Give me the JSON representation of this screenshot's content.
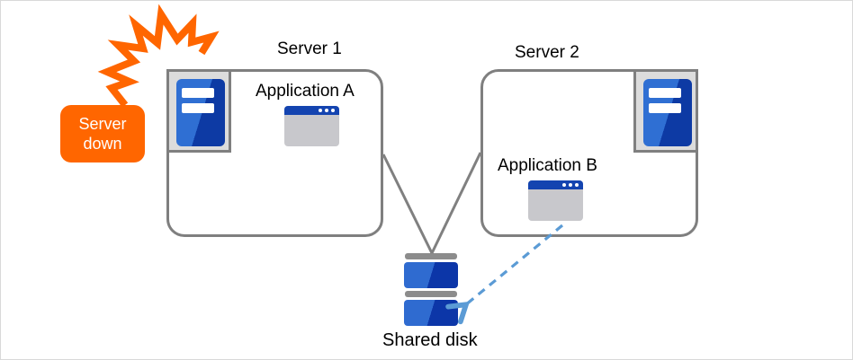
{
  "diagram": {
    "badge": {
      "line1": "Server",
      "line2": "down"
    },
    "server1": {
      "title": "Server 1",
      "app_label": "Application A"
    },
    "server2": {
      "title": "Server 2",
      "app_label": "Application B"
    },
    "disk": {
      "label": "Shared disk"
    }
  },
  "icons": {
    "crash_flash": "crash-flash-icon",
    "server": "server-tower-icon",
    "app_window": "app-window-icon",
    "shared_disk": "disk-stack-icon"
  },
  "colors": {
    "accent_orange": "#ff6600",
    "server_blue_light": "#2f6fd3",
    "server_blue_dark": "#0d3aa4",
    "window_titlebar_blue": "#1444b0",
    "window_body_gray": "#c8c8cc",
    "plate_gray": "#dcdcdc",
    "outline_gray": "#7f7f7f",
    "connector_gray": "#808080",
    "dashed_arrow_blue": "#5b9bd5"
  }
}
